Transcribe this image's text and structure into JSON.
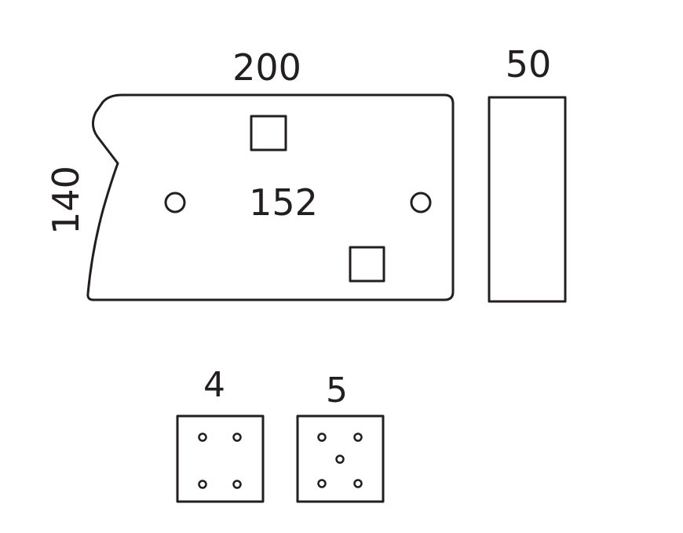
{
  "main_piece": {
    "width_label": "200",
    "height_label": "140",
    "center_label": "152"
  },
  "side_view": {
    "depth_label": "50"
  },
  "dice": [
    {
      "label": "4",
      "pips": 4
    },
    {
      "label": "5",
      "pips": 5
    }
  ],
  "colors": {
    "stroke": "#231f20",
    "background": "#ffffff"
  }
}
